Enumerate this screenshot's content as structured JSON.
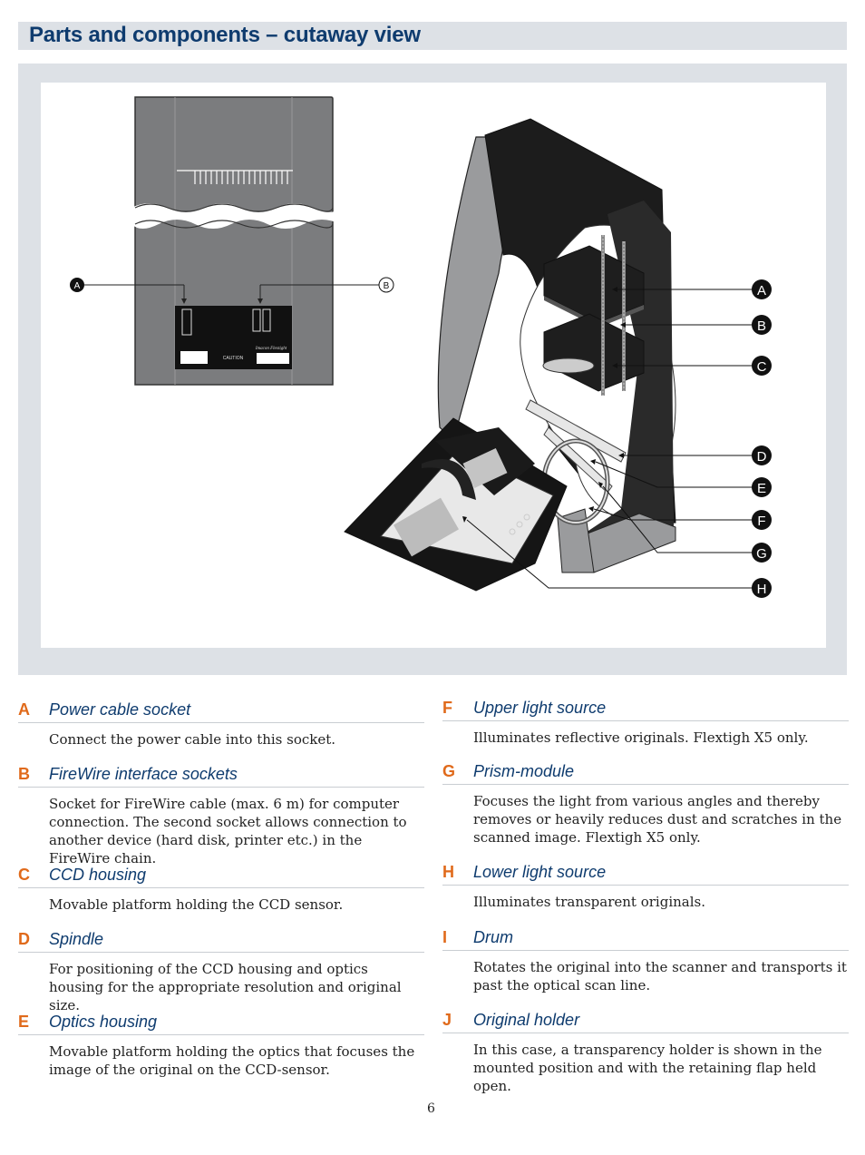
{
  "title": "Parts and components – cutaway view",
  "figure": {
    "inset_callouts": [
      "A",
      "B"
    ],
    "inset_caution_text": "CAUTION",
    "inset_brand_text": "Imacon Flextight",
    "main_callouts": [
      "A",
      "B",
      "C",
      "D",
      "E",
      "F",
      "G",
      "H"
    ]
  },
  "components": [
    {
      "letter": "A",
      "name": "Power cable socket",
      "description": "Connect the power cable into this socket."
    },
    {
      "letter": "B",
      "name": "FireWire interface sockets",
      "description": "Socket for FireWire cable (max. 6 m) for computer connection. The second socket allows connection to another device (hard disk, printer etc.) in the FireWire chain."
    },
    {
      "letter": "C",
      "name": "CCD housing",
      "description": "Movable platform holding the CCD sensor."
    },
    {
      "letter": "D",
      "name": "Spindle",
      "description": "For positioning of the CCD housing and optics housing for the appropriate resolution and original size."
    },
    {
      "letter": "E",
      "name": "Optics housing",
      "description": "Movable platform holding the optics that focuses the image of the original on the CCD-sensor."
    },
    {
      "letter": "F",
      "name": "Upper light source",
      "description": "Illuminates reflective originals. Flextigh X5 only."
    },
    {
      "letter": "G",
      "name": "Prism-module",
      "description": "Focuses the light from various angles and thereby removes or heavily reduces dust and scratches in the scanned image. Flextigh X5 only."
    },
    {
      "letter": "H",
      "name": "Lower light source",
      "description": "Illuminates transparent originals."
    },
    {
      "letter": "I",
      "name": "Drum",
      "description": "Rotates the original into the scanner and transports it past the optical scan line."
    },
    {
      "letter": "J",
      "name": "Original holder",
      "description": "In this case, a transparency holder is shown in the mounted position and with the retaining flap held open."
    }
  ],
  "page_number": "6",
  "colors": {
    "accent": "#e06a1b",
    "heading": "#0e3b6e",
    "panel": "#dde1e6"
  }
}
